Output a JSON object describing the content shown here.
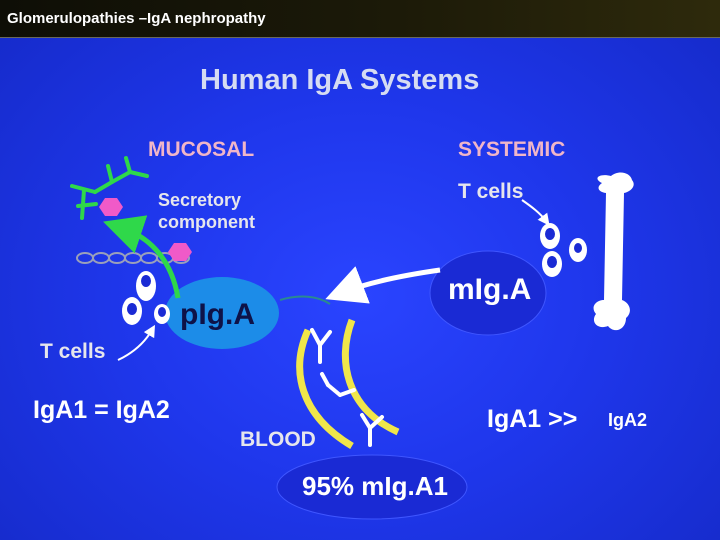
{
  "header": {
    "title": "Glomerulopathies –IgA nephropathy"
  },
  "diagram": {
    "title": "Human IgA Systems",
    "mucosal_label": "MUCOSAL",
    "systemic_label": "SYSTEMIC",
    "secretory_label": "Secretory component",
    "t_cells_systemic": "T cells",
    "t_cells_mucosal": "T cells",
    "piga_label": "pIg.A",
    "miga_label": "mIg.A",
    "iga_equal": "IgA1 = IgA2",
    "iga_greater": "IgA1 >>",
    "iga_greater_small": "IgA2",
    "blood_label": "BLOOD",
    "percent_miga": "95% mIg.A1"
  },
  "colors": {
    "background": "#1f37ec",
    "header": "#1c1a08",
    "arrow_green": "#2fd84a",
    "secretory_pink": "#f05ac8",
    "piga_ellipse": "#1c8ce8",
    "miga_ellipse": "#1a2ad4",
    "blood_yellow": "#f0e64a",
    "bone": "#ffffff"
  }
}
